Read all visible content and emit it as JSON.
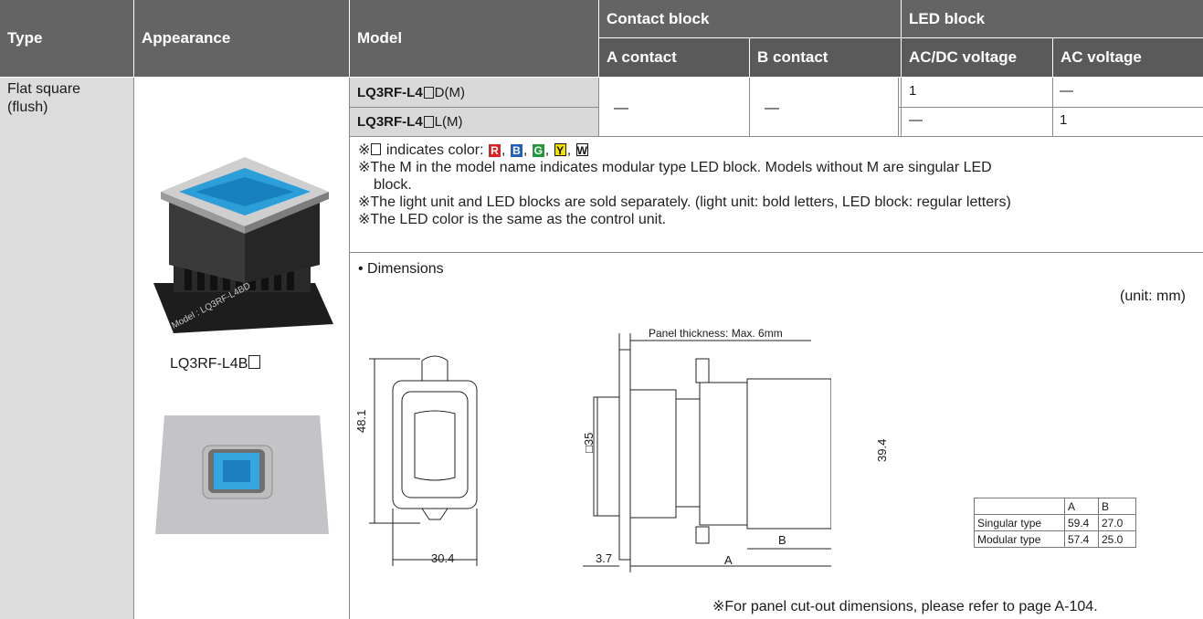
{
  "header": {
    "type": "Type",
    "appearance": "Appearance",
    "model": "Model",
    "contact_block": "Contact block",
    "led_block": "LED block",
    "a_contact": "A contact",
    "b_contact": "B contact",
    "acdc_voltage": "AC/DC voltage",
    "ac_voltage": "AC voltage"
  },
  "row": {
    "type_line1": "Flat square",
    "type_line2": "(flush)",
    "model1_bold_a": "LQ3RF-L4",
    "model1_regular": "D(M)",
    "model2_bold_a": "LQ3RF-L4",
    "model2_regular": "L(M)",
    "dash": "—",
    "one": "1",
    "appearance_caption": "LQ3RF-L4B",
    "product_label": "Model : LQ3RF-L4BD"
  },
  "notes": {
    "line1_prefix": "※",
    "line1_text": " indicates color: ",
    "colors": [
      {
        "letter": "R",
        "color": "#e02020"
      },
      {
        "letter": "B",
        "color": "#1f5fbf"
      },
      {
        "letter": "G",
        "color": "#1e9a3a"
      },
      {
        "letter": "Y",
        "color": "#f2e200"
      },
      {
        "letter": "W",
        "color": "#ffffff"
      }
    ],
    "line2a": "※The M in the model name indicates modular type LED block. Models without M are singular LED",
    "line2b": "block.",
    "line3": "※The light unit and LED blocks are sold separately.  (light unit: bold letters, LED block: regular letters)",
    "line4": "※The LED color is the same as the control unit."
  },
  "dimensions": {
    "title": "• Dimensions",
    "unit": "(unit: mm)",
    "panel_thickness": "Panel thickness: Max. 6mm",
    "h_48": "48.1",
    "w_30": "30.4",
    "sq_35": "□35",
    "h_39": "39.4",
    "t_37": "3.7",
    "label_a": "A",
    "label_b": "B",
    "footnote": "※For panel cut-out dimensions, please refer to page A-104."
  },
  "size_table": {
    "col_a": "A",
    "col_b": "B",
    "rows": [
      {
        "name": "Singular type",
        "a": "59.4",
        "b": "27.0"
      },
      {
        "name": "Modular type",
        "a": "57.4",
        "b": "25.0"
      }
    ]
  }
}
